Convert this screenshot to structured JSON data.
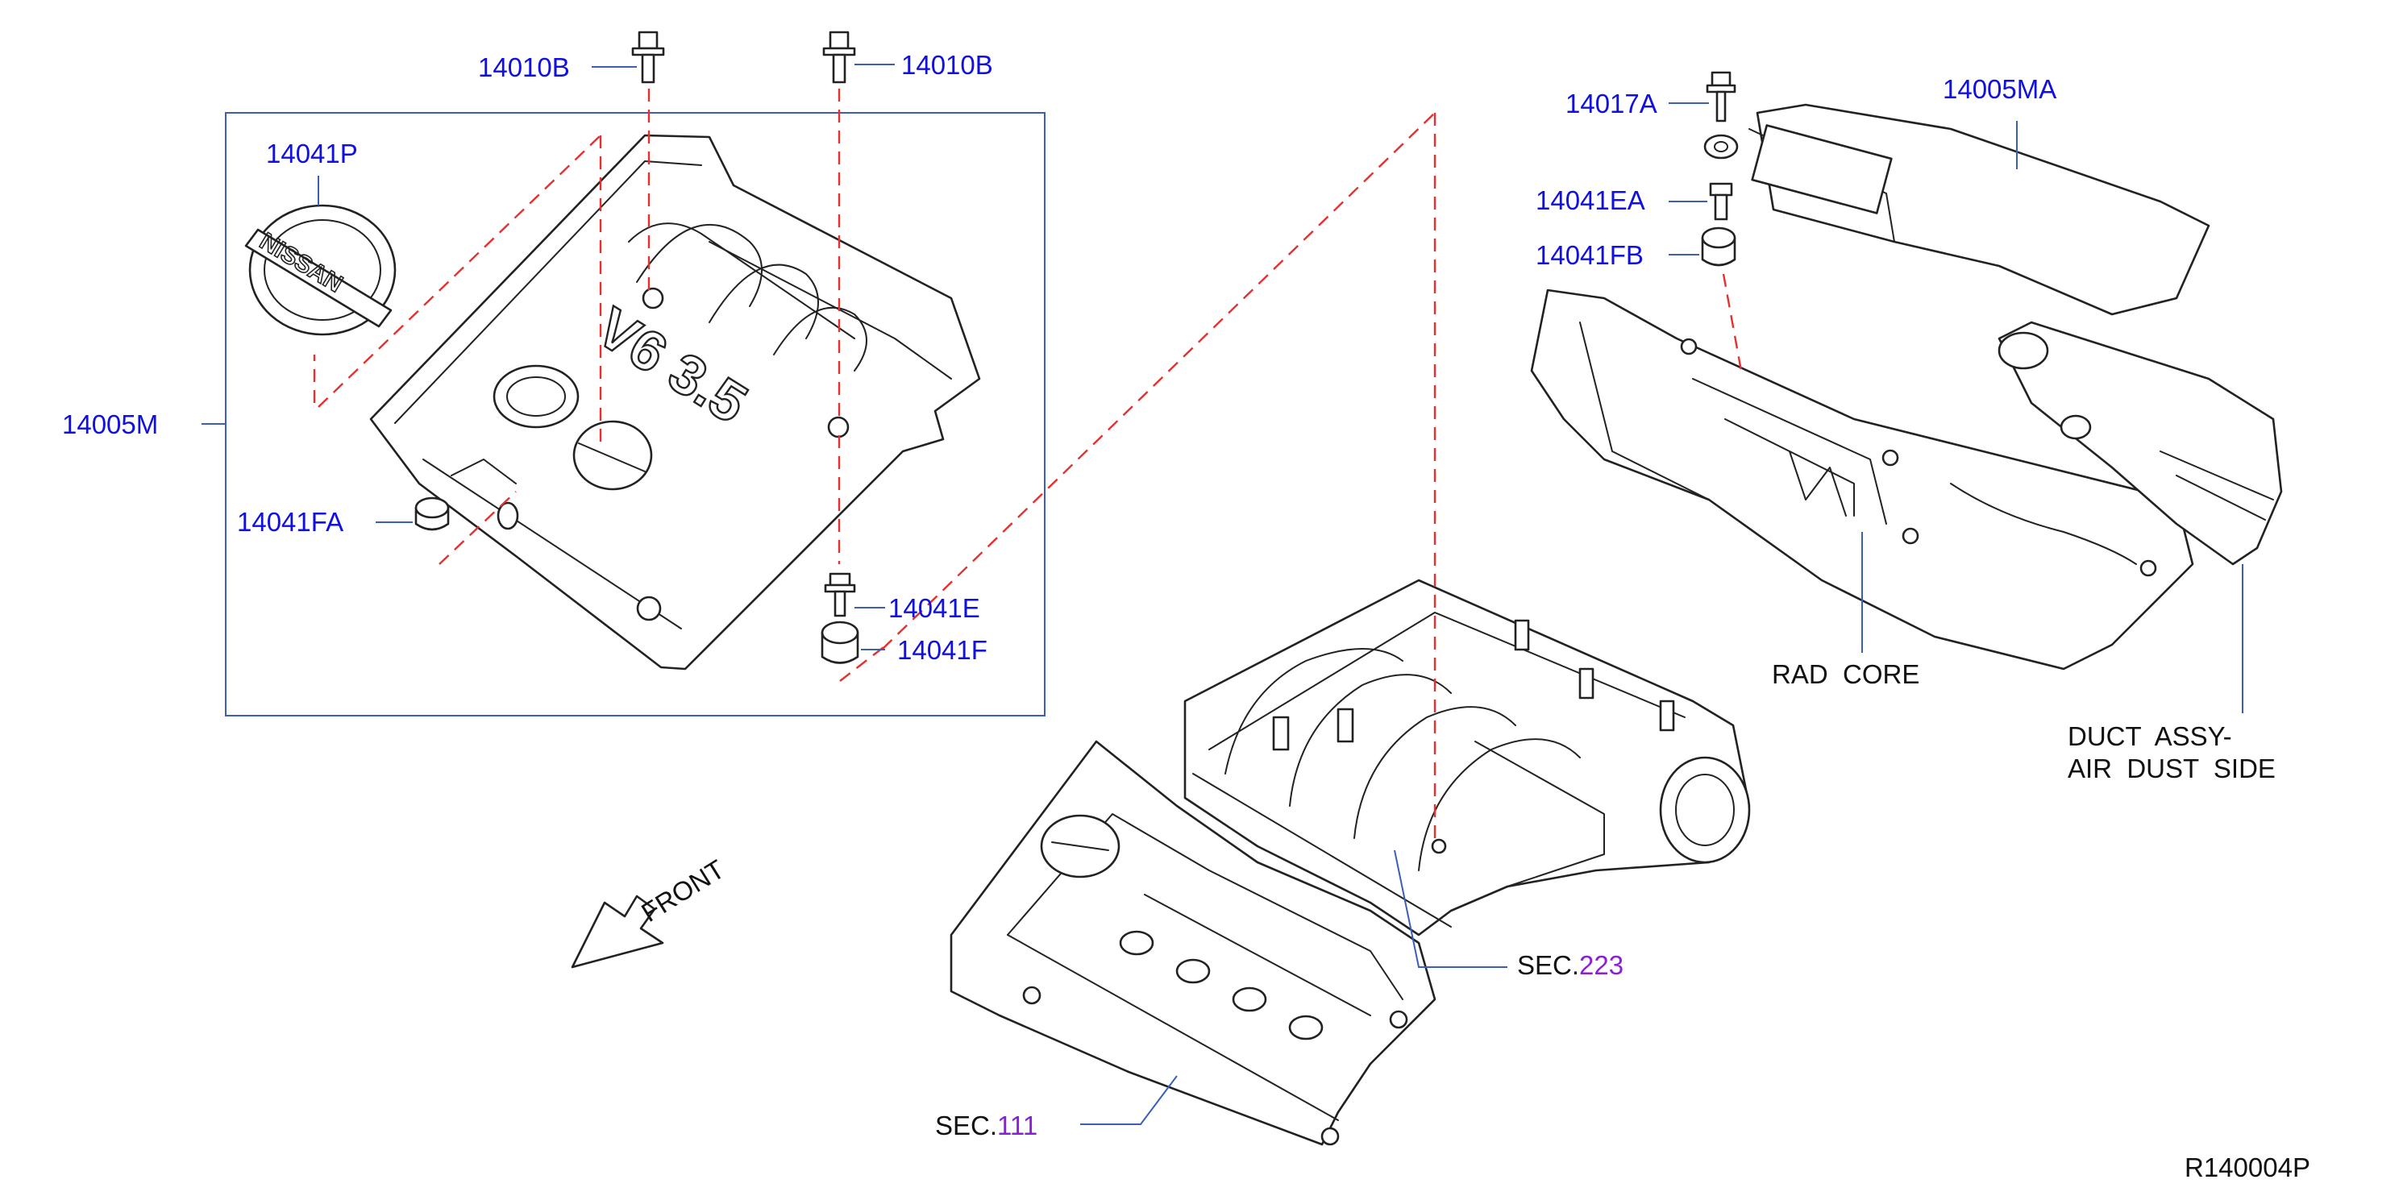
{
  "labels": {
    "p14010B_left": "14010B",
    "p14010B_right": "14010B",
    "p14041P": "14041P",
    "p14005M": "14005M",
    "p14041FA": "14041FA",
    "p14041E": "14041E",
    "p14041F": "14041F",
    "p14017A": "14017A",
    "p14005MA": "14005MA",
    "p14041EA": "14041EA",
    "p14041FB": "14041FB",
    "rad_core": "RAD  CORE",
    "duct_line1": "DUCT  ASSY-",
    "duct_line2": "AIR  DUST  SIDE",
    "sec223_prefix": "SEC.",
    "sec223_num": "223",
    "sec111_prefix": "SEC.",
    "sec111_num": "111",
    "front": "FRONT",
    "diagram_id": "R140004P"
  },
  "cover_markings": {
    "engine": "V6 3.5",
    "emblem": "NISSAN"
  },
  "colors": {
    "part_number": "#1010e0",
    "leader": "#3b5fb8",
    "dashed_guide": "#e53030",
    "section_ref": "#8a1fd6",
    "text": "#111111"
  }
}
